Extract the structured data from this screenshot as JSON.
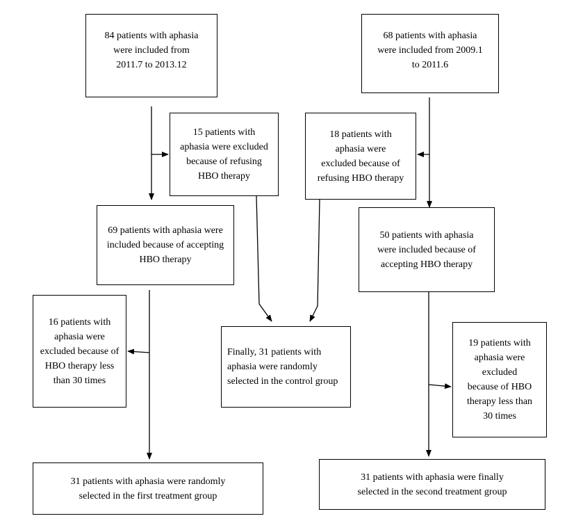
{
  "boxes": {
    "b1": "84 patients with aphasia\nwere included from\n2011.7 to 2013.12",
    "b2": "68 patients with aphasia\nwere included from 2009.1\nto 2011.6",
    "b3": "15 patients with\naphasia were excluded\nbecause of refusing\nHBO therapy",
    "b4": "18 patients with\naphasia were\nexcluded because of\nrefusing HBO therapy",
    "b5": "69 patients with aphasia were\nincluded because of accepting\nHBO therapy",
    "b6": "50 patients with aphasia\nwere included because of\naccepting HBO therapy",
    "b7": "16 patients with\naphasia were\nexcluded because of\nHBO therapy less\nthan 30 times",
    "b8": "Finally, 31 patients with\naphasia were randomly\nselected in the control group",
    "b9": "19 patients with\naphasia were\nexcluded\nbecause of HBO\ntherapy less than\n30 times",
    "b10": "31 patients with aphasia were randomly\nselected in the first treatment group",
    "b11": "31 patients with aphasia were finally\nselected in the second treatment group"
  }
}
